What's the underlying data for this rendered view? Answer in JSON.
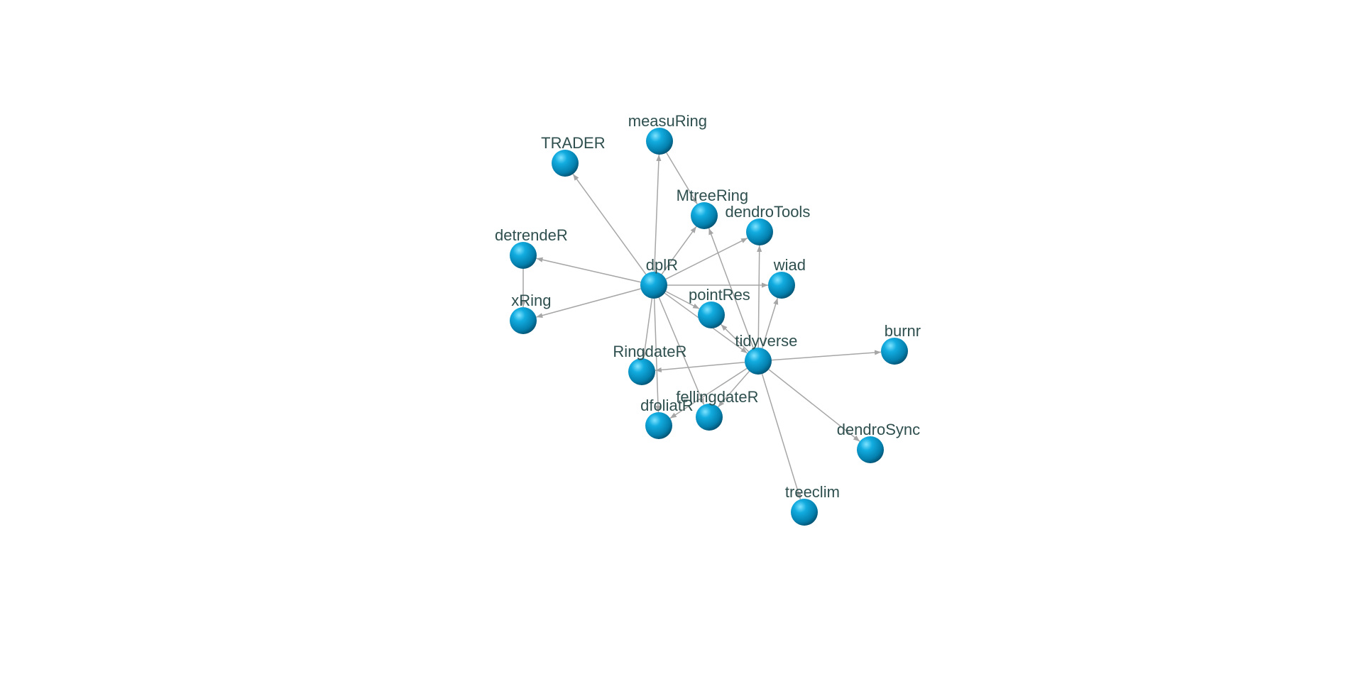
{
  "graph": {
    "node_color": "#0FA3D8",
    "edge_color": "#A6A6A6",
    "label_color": "#2F4F4F",
    "nodes": [
      {
        "id": "dplR"
      },
      {
        "id": "TRADER"
      },
      {
        "id": "measuRing"
      },
      {
        "id": "MtreeRing"
      },
      {
        "id": "dendroTools"
      },
      {
        "id": "detrendeR"
      },
      {
        "id": "xRing"
      },
      {
        "id": "wiad"
      },
      {
        "id": "pointRes"
      },
      {
        "id": "tidyverse"
      },
      {
        "id": "burnr"
      },
      {
        "id": "RingdateR"
      },
      {
        "id": "dfoliatR"
      },
      {
        "id": "fellingdateR"
      },
      {
        "id": "dendroSync"
      },
      {
        "id": "treeclim"
      }
    ],
    "edges": [
      [
        "dplR",
        "TRADER"
      ],
      [
        "dplR",
        "measuRing"
      ],
      [
        "dplR",
        "MtreeRing"
      ],
      [
        "dplR",
        "dendroTools"
      ],
      [
        "dplR",
        "detrendeR"
      ],
      [
        "dplR",
        "xRing"
      ],
      [
        "dplR",
        "wiad"
      ],
      [
        "dplR",
        "pointRes"
      ],
      [
        "dplR",
        "tidyverse"
      ],
      [
        "dplR",
        "RingdateR"
      ],
      [
        "dplR",
        "dfoliatR"
      ],
      [
        "dplR",
        "fellingdateR"
      ],
      [
        "measuRing",
        "MtreeRing"
      ],
      [
        "detrendeR",
        "xRing"
      ],
      [
        "tidyverse",
        "MtreeRing"
      ],
      [
        "tidyverse",
        "dendroTools"
      ],
      [
        "tidyverse",
        "wiad"
      ],
      [
        "tidyverse",
        "pointRes"
      ],
      [
        "tidyverse",
        "burnr"
      ],
      [
        "tidyverse",
        "RingdateR"
      ],
      [
        "tidyverse",
        "dfoliatR"
      ],
      [
        "tidyverse",
        "fellingdateR"
      ],
      [
        "tidyverse",
        "dendroSync"
      ],
      [
        "tidyverse",
        "treeclim"
      ]
    ]
  }
}
